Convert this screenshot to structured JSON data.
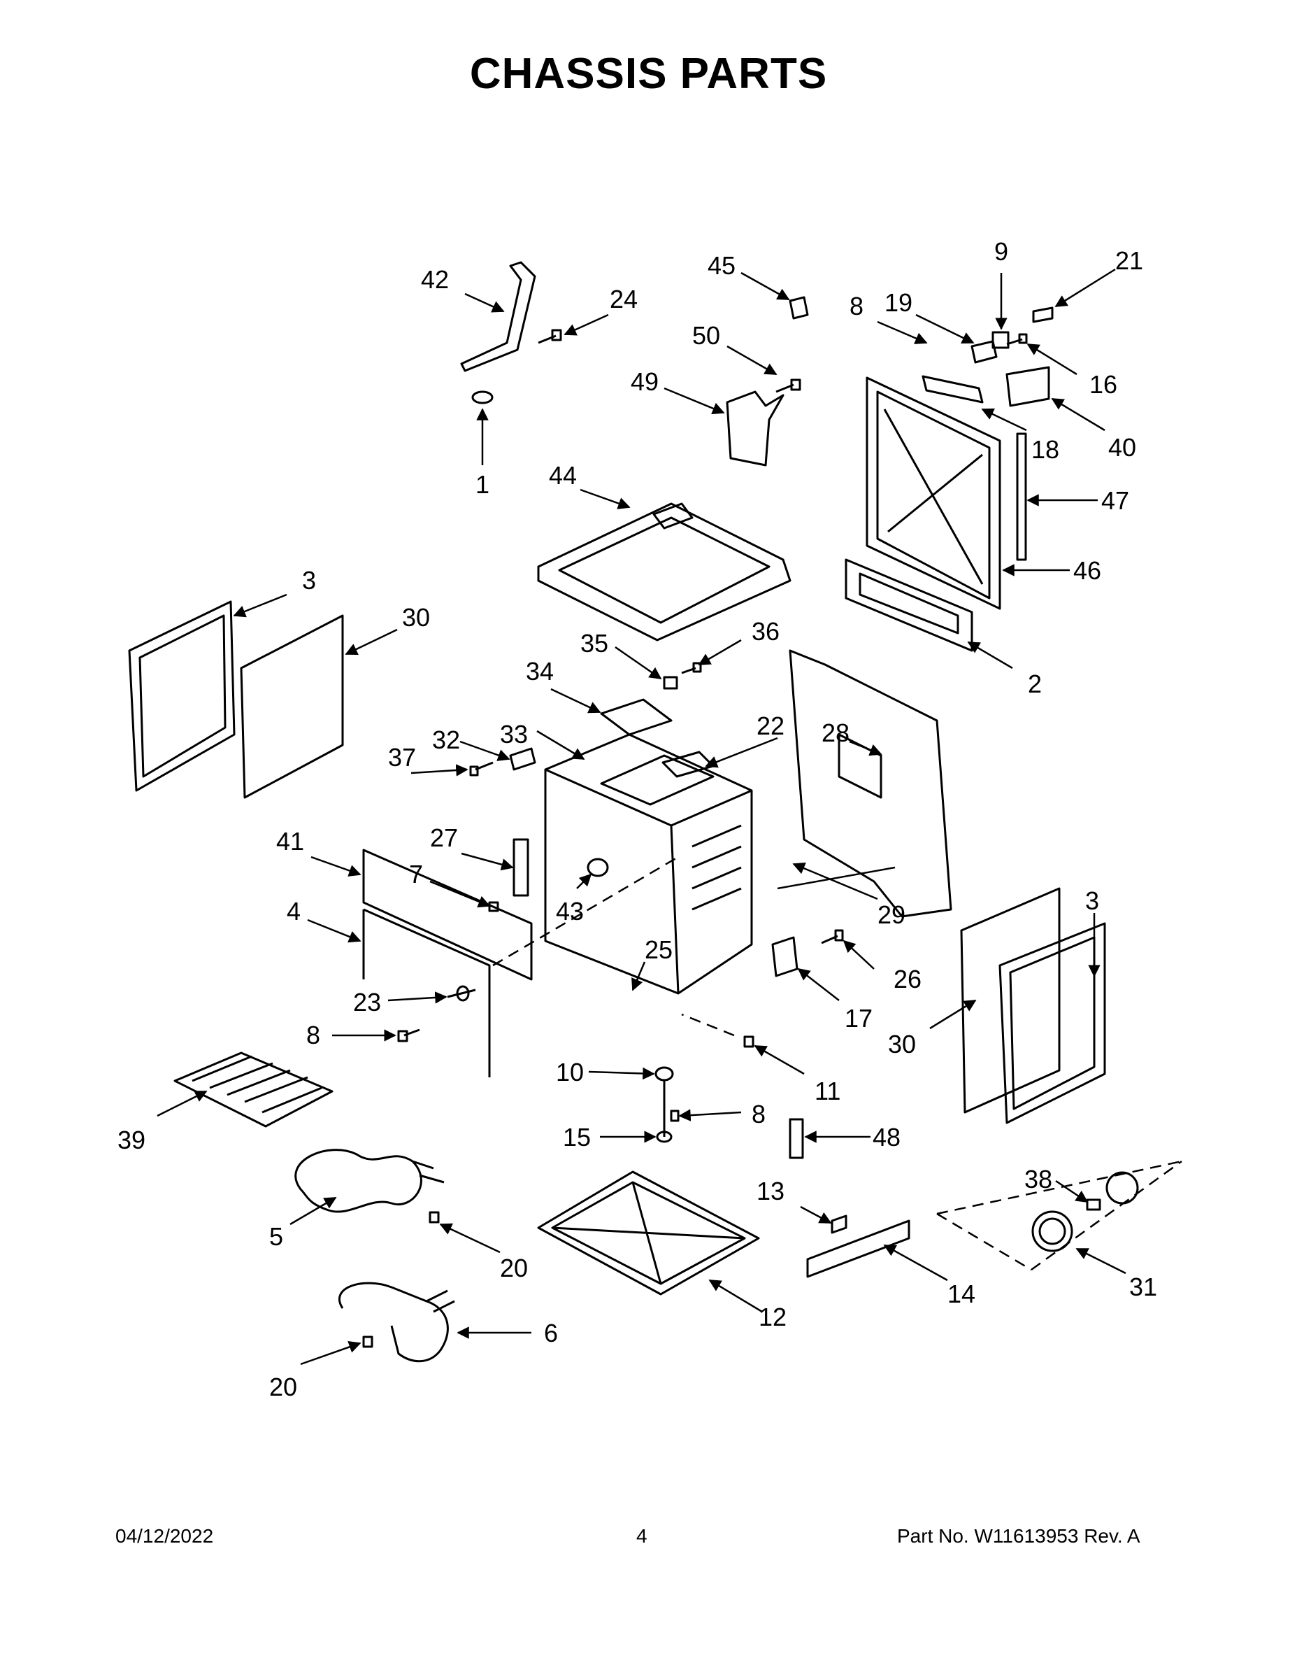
{
  "title": "CHASSIS PARTS",
  "footer": {
    "date": "04/12/2022",
    "page": "4",
    "part_number": "Part No.  W11613953  Rev.  A"
  },
  "callouts": {
    "c1": "1",
    "c2": "2",
    "c3a": "3",
    "c3b": "3",
    "c4": "4",
    "c5": "5",
    "c6": "6",
    "c7": "7",
    "c8a": "8",
    "c8b": "8",
    "c8c": "8",
    "c9": "9",
    "c10": "10",
    "c11": "11",
    "c12": "12",
    "c13": "13",
    "c14": "14",
    "c15": "15",
    "c16": "16",
    "c17": "17",
    "c18": "18",
    "c19": "19",
    "c20a": "20",
    "c20b": "20",
    "c21": "21",
    "c22": "22",
    "c23": "23",
    "c24": "24",
    "c25": "25",
    "c26": "26",
    "c27": "27",
    "c28": "28",
    "c29": "29",
    "c30a": "30",
    "c30b": "30",
    "c31": "31",
    "c32": "32",
    "c33": "33",
    "c34": "34",
    "c35": "35",
    "c36": "36",
    "c37": "37",
    "c38": "38",
    "c39": "39",
    "c40": "40",
    "c41": "41",
    "c42": "42",
    "c43": "43",
    "c44": "44",
    "c45": "45",
    "c46": "46",
    "c47": "47",
    "c48": "48",
    "c49": "49",
    "c50": "50"
  }
}
